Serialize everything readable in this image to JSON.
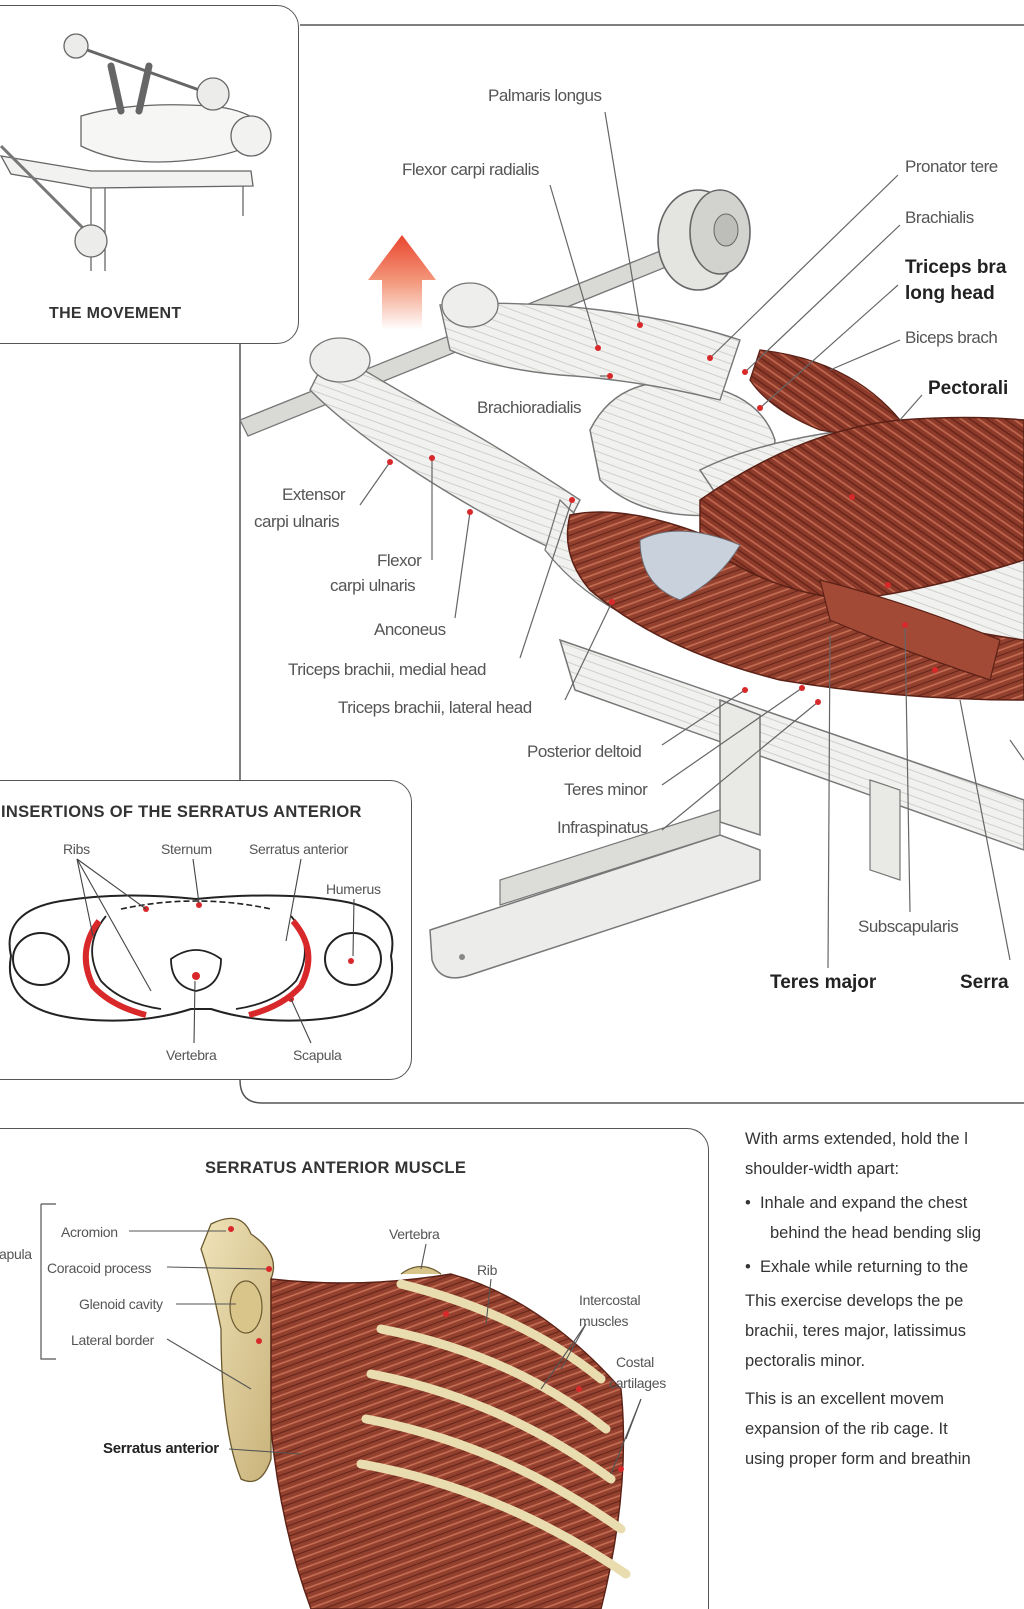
{
  "movement_box": {
    "title": "THE MOVEMENT"
  },
  "main_labels": {
    "palmaris_longus": "Palmaris longus",
    "flexor_carpi_radialis": "Flexor carpi radialis",
    "pronator_teres": "Pronator tere",
    "brachialis": "Brachialis",
    "triceps_long_1": "Triceps bra",
    "triceps_long_2": "long head",
    "biceps": "Biceps brach",
    "pectoralis": "Pectorali",
    "brachioradialis": "Brachioradialis",
    "extensor_1": "Extensor",
    "extensor_2": "carpi ulnaris",
    "flexor_ulnaris_1": "Flexor",
    "flexor_ulnaris_2": "carpi ulnaris",
    "anconeus": "Anconeus",
    "triceps_medial": "Triceps brachii, medial head",
    "triceps_lateral": "Triceps brachii, lateral head",
    "posterior_deltoid": "Posterior deltoid",
    "teres_minor": "Teres minor",
    "infraspinatus": "Infraspinatus",
    "subscapularis": "Subscapularis",
    "teres_major": "Teres major",
    "serra": "Serra"
  },
  "insertions_box": {
    "title": "INSERTIONS OF THE SERRATUS ANTERIOR",
    "ribs": "Ribs",
    "sternum": "Sternum",
    "serratus_anterior": "Serratus anterior",
    "humerus": "Humerus",
    "vertebra": "Vertebra",
    "scapula": "Scapula"
  },
  "serratus_box": {
    "title": "SERRATUS ANTERIOR MUSCLE",
    "acromion": "Acromion",
    "coracoid": "Coracoid process",
    "glenoid": "Glenoid cavity",
    "lateral_border": "Lateral border",
    "apula": "apula",
    "vertebra": "Vertebra",
    "rib": "Rib",
    "intercostal_1": "Intercostal",
    "intercostal_2": "muscles",
    "costal_1": "Costal",
    "costal_2": "cartilages",
    "serratus_anterior": "Serratus anterior"
  },
  "description": {
    "intro_1": "With arms extended, hold the l",
    "intro_2": "shoulder-width apart:",
    "bullet1_1": "Inhale and expand the chest",
    "bullet1_2": "behind the head bending slig",
    "bullet2_1": "Exhale while returning to the",
    "para1_1": "This exercise develops the pe",
    "para1_2": "brachii, teres major, latissimus",
    "para1_3": "pectoralis minor.",
    "para2_1": "This is an excellent movem",
    "para2_2": "expansion of the rib cage. It",
    "para2_3": "using proper form and breathin"
  },
  "colors": {
    "muscle": "#8e3a2a",
    "muscle_light": "#b5614b",
    "arrow": "#e8503a",
    "marker": "#d8282a"
  }
}
